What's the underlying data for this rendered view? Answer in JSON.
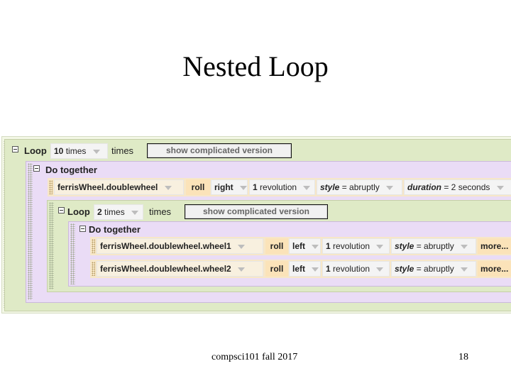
{
  "slide": {
    "title": "Nested Loop",
    "footer_course": "compsci101 fall 2017",
    "page_number": "18"
  },
  "outer_loop": {
    "keyword": "Loop",
    "count": "10",
    "count_unit": "times",
    "times_label": "times",
    "button_label": "show complicated version"
  },
  "outer_do": {
    "label": "Do together",
    "statement": {
      "object": "ferrisWheel.doublewheel",
      "method": "roll",
      "direction": "right",
      "amount": "1",
      "amount_unit": "revolution",
      "style_key": "style",
      "style_value": "= abruptly",
      "duration_key": "duration",
      "duration_value": "= 2 seconds"
    }
  },
  "inner_loop": {
    "keyword": "Loop",
    "count": "2",
    "count_unit": "times",
    "times_label": "times",
    "button_label": "show complicated version"
  },
  "inner_do": {
    "label": "Do together",
    "statements": [
      {
        "object": "ferrisWheel.doublewheel.wheel1",
        "method": "roll",
        "direction": "left",
        "amount": "1",
        "amount_unit": "revolution",
        "style_key": "style",
        "style_value": "= abruptly",
        "more": "more..."
      },
      {
        "object": "ferrisWheel.doublewheel.wheel2",
        "method": "roll",
        "direction": "left",
        "amount": "1",
        "amount_unit": "revolution",
        "style_key": "style",
        "style_value": "= abruptly",
        "more": "more..."
      }
    ]
  }
}
